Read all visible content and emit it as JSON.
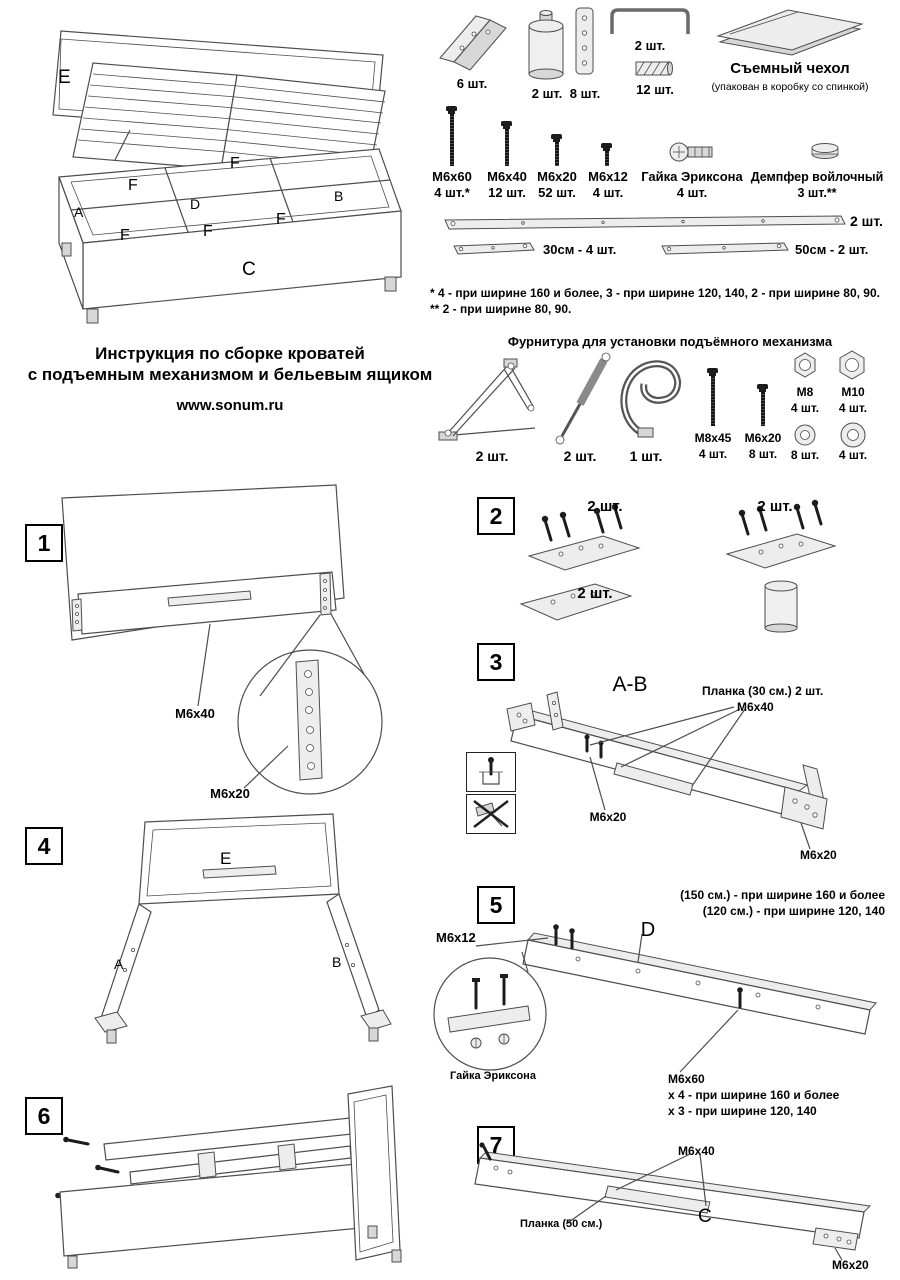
{
  "doc": {
    "title_line1": "Инструкция по сборке кроватей",
    "title_line2": "с подъемным механизмом и бельевым ящиком",
    "website": "www.sonum.ru"
  },
  "overview": {
    "e": "E",
    "a": "А",
    "b": "В",
    "c": "С",
    "d": "D",
    "f_labels": [
      "F",
      "F",
      "F",
      "F",
      "F"
    ]
  },
  "hardware": {
    "bracket_qty": "6 шт.",
    "leg_qty": "2 шт.",
    "plate_qty": "8 шт.",
    "ubracket_qty": "2 шт.",
    "dowel_qty": "12 шт.",
    "cover_title": "Съемный чехол",
    "cover_sub": "(упакован в коробку со спинкой)",
    "screws": [
      {
        "label": "М6х60",
        "qty": "4 шт.*"
      },
      {
        "label": "М6х40",
        "qty": "12 шт."
      },
      {
        "label": "М6х20",
        "qty": "52 шт."
      },
      {
        "label": "М6х12",
        "qty": "4 шт."
      }
    ],
    "erikson_label": "Гайка Эриксона",
    "erikson_qty": "4 шт.",
    "damper_label": "Демпфер войлочный",
    "damper_qty": "3 шт.**",
    "long_rail_qty": "2 шт.",
    "rail30": "30см - 4 шт.",
    "rail50": "50см - 2 шт.",
    "footnote1": "* 4 - при ширине 160 и более, 3 - при ширине 120, 140, 2 - при ширине 80, 90.",
    "footnote2": "** 2 - при ширине 80, 90."
  },
  "lift": {
    "title": "Фурнитура для установки подъёмного механизма",
    "mechanism_qty": "2 шт.",
    "strut_qty": "2 шт.",
    "strap_qty": "1 шт.",
    "bolt_m8x45_label": "М8х45",
    "bolt_m8x45_qty": "4 шт.",
    "bolt_m6x20_label": "М6х20",
    "bolt_m6x20_qty": "8 шт.",
    "nut_m8_label": "М8",
    "nut_m8_qty": "4 шт.",
    "nut_m10_label": "М10",
    "nut_m10_qty": "4 шт.",
    "washer8_qty": "8 шт.",
    "washer10_qty": "4 шт."
  },
  "steps": {
    "s1": {
      "num": "1",
      "m6x40": "М6х40",
      "m6x20": "М6х20"
    },
    "s2": {
      "num": "2",
      "qty_tl": "2 шт.",
      "qty_tr": "2 шт.",
      "qty_b": "2 шт."
    },
    "s3": {
      "num": "3",
      "title": "А-В",
      "plank": "Планка (30 см.)  2 шт.",
      "m6x40": "М6х40",
      "m6x20_a": "М6х20",
      "m6x20_b": "М6х20"
    },
    "s4": {
      "num": "4",
      "e": "E",
      "a": "А",
      "b": "В"
    },
    "s5": {
      "num": "5",
      "note1": "(150 см.) - при ширине 160 и более",
      "note2": "(120 см.) - при ширине 120, 140",
      "d": "D",
      "m6x12": "М6х12",
      "erikson": "Гайка Эриксона",
      "m6x60": "М6х60",
      "m6x60_note1": "х 4 - при ширине 160 и более",
      "m6x60_note2": "х 3 - при ширине 120, 140"
    },
    "s6": {
      "num": "6"
    },
    "s7": {
      "num": "7",
      "m6x40": "М6х40",
      "plank": "Планка (50 см.)",
      "c": "C",
      "m6x20": "М6х20"
    }
  }
}
